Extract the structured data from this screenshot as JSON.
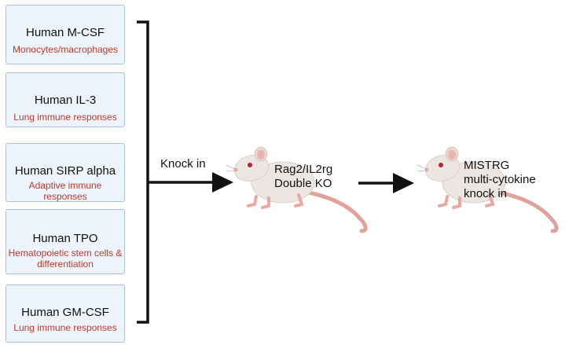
{
  "boxes": [
    {
      "title": "Human M-CSF",
      "subtitle": "Monocytes/macrophages"
    },
    {
      "title": "Human IL-3",
      "subtitle": "Lung immune responses"
    },
    {
      "title": "Human SIRP alpha",
      "subtitle": "Adaptive immune responses"
    },
    {
      "title": "Human TPO",
      "subtitle": "Hematopoietic stem cells & differentiation"
    },
    {
      "title": "Human GM-CSF",
      "subtitle": "Lung immune responses"
    }
  ],
  "arrow_label": "Knock in",
  "mouse1": {
    "line1": "Rag2/IL2rg",
    "line2": "Double KO"
  },
  "mouse2": {
    "line1": "MISTRG",
    "line2": "multi-cytokine",
    "line3": "knock in"
  },
  "colors": {
    "box_fill": "#edf3fb",
    "box_border": "#a9c1de",
    "subtitle": "#c0392b",
    "arrow": "#111111",
    "mouse_body": "#ece6e2",
    "tail": "#e0a39c"
  }
}
